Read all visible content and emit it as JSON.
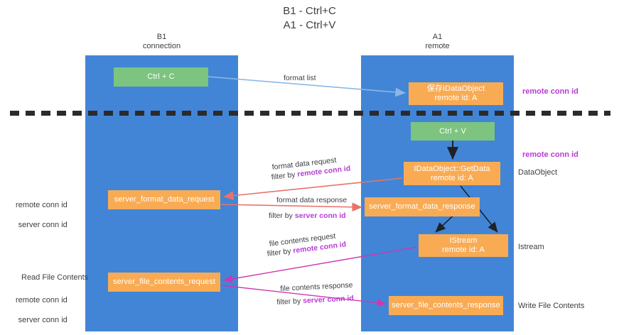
{
  "title": "B1 - Ctrl+C\nA1 - Ctrl+V",
  "lanes": [
    {
      "name": "b1",
      "header": "B1\nconnection",
      "color": "#4285d6"
    },
    {
      "name": "a1",
      "header": "A1\nremote",
      "color": "#4285d6"
    }
  ],
  "colors": {
    "lane": "#4285d6",
    "green_node": "#7cc47f",
    "orange_node": "#f9ab54",
    "magenta_text": "#b83bd6",
    "green_text": "#5bb85f",
    "dark_text": "#3c4043",
    "blue_arrow": "#8ab8e8",
    "red_arrow": "#e8736a",
    "magenta_arrow": "#cc38b0",
    "black_arrow": "#202124"
  },
  "nodes": {
    "ctrl_c": "Ctrl + C",
    "idataobject": "保存IDataObject\nremote id: A",
    "ctrl_v": "Ctrl + V",
    "getdata": "IDataObject::GetData\nremote id: A",
    "server_format_data_request": "server_format_data_request",
    "server_format_data_response": "server_format_data_response",
    "istream": "IStream\nremote id: A",
    "server_file_contents_request": "server_file_contents_request",
    "server_file_contents_response": "server_file_contents_response"
  },
  "edge_labels": {
    "format_list": "format list",
    "format_data_request": "format data request",
    "format_data_request_filter_prefix": "filter by ",
    "format_data_request_filter_key": "remote conn id",
    "format_data_response": "format data response",
    "format_data_response_filter_prefix": "filter by ",
    "format_data_response_filter_key": "server conn id",
    "file_contents_request": "file contents request",
    "file_contents_request_filter_prefix": "filter by ",
    "file_contents_request_filter_key": "remote conn id",
    "file_contents_response": "file contents response",
    "file_contents_response_filter_prefix": "filter by ",
    "file_contents_response_filter_key": "server conn id"
  },
  "annotations": {
    "right_remote_conn_id_1": "remote conn id",
    "right_remote_conn_id_2": "remote conn id",
    "right_dataobject": "DataObject",
    "right_istream": "Istream",
    "right_write_file_contents": "Write File Contents",
    "left_remote_conn_id": "remote conn id",
    "left_server_conn_id": "server conn id",
    "left_read_file_contents": "Read File Contents",
    "left_remote_conn_id_2": "remote conn id",
    "left_server_conn_id_2": "server conn id"
  }
}
